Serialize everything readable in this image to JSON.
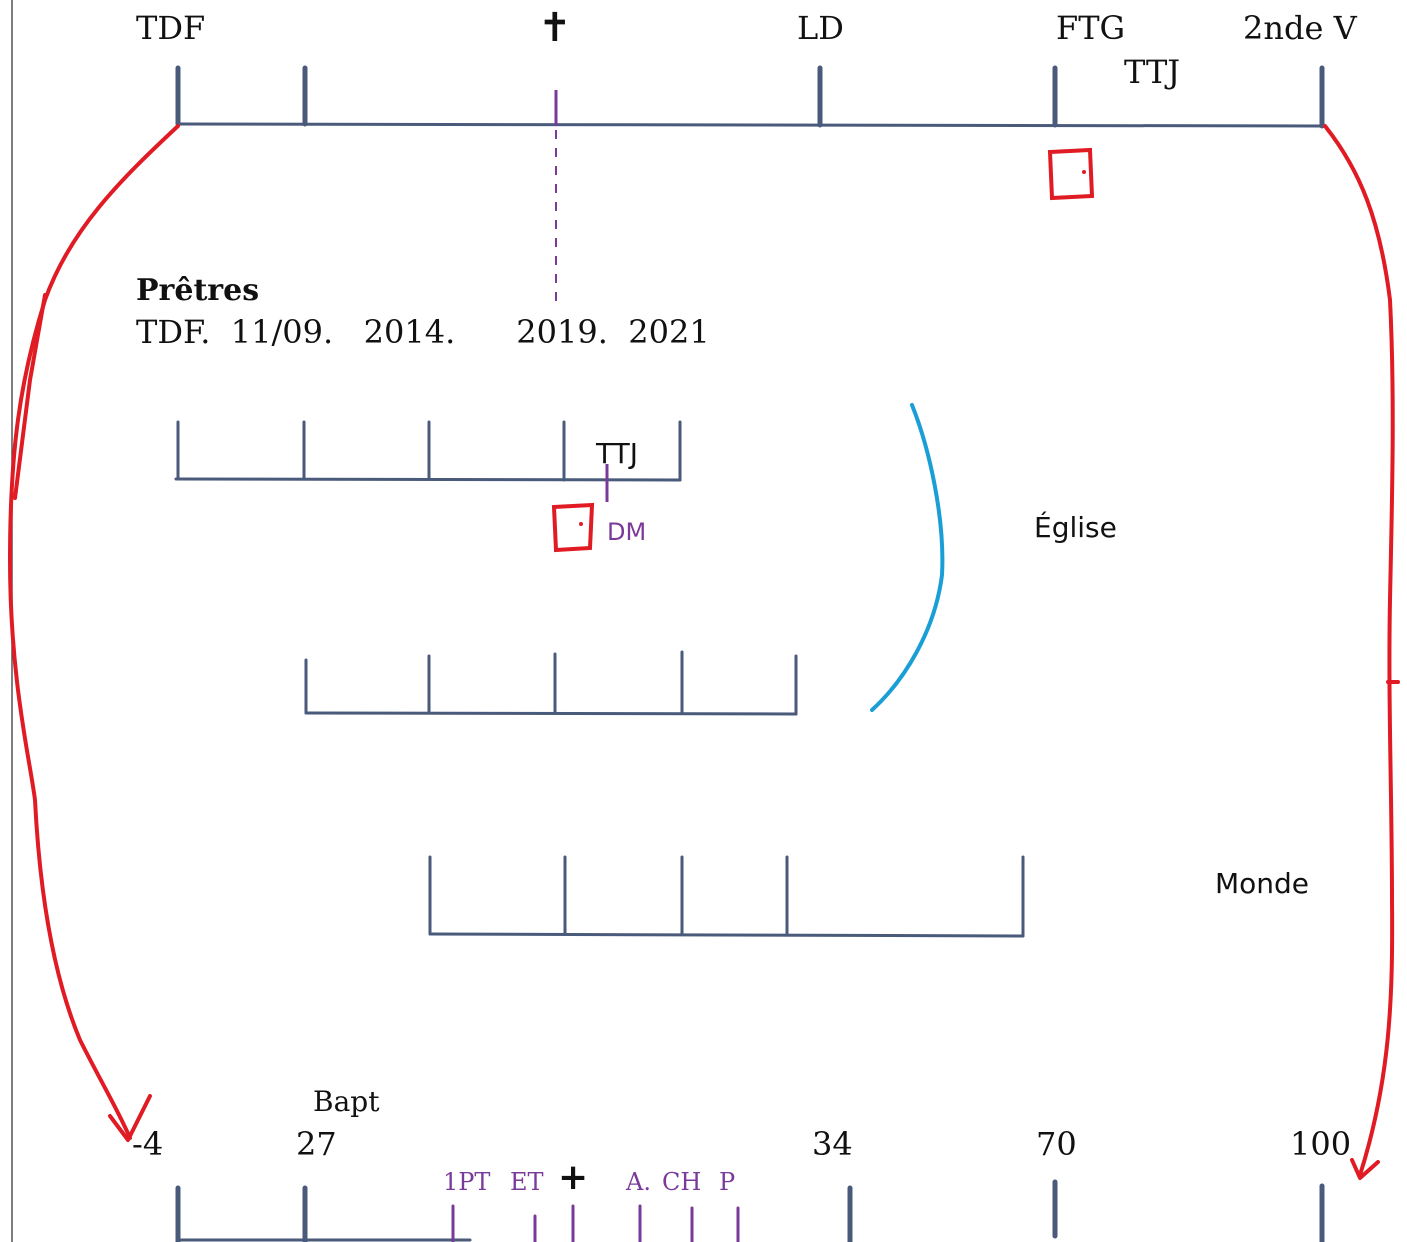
{
  "top_timeline": {
    "labels": [
      "TDF",
      "LD",
      "FTG",
      "2nde V",
      "TTJ"
    ],
    "cross": "✝"
  },
  "pretres": {
    "title": "Prêtres",
    "dates": "TDF.  11/09.   2014.      2019.  2021"
  },
  "mid_timeline": {
    "ttj": "TTJ",
    "dm": "DM"
  },
  "side_labels": {
    "eglise": "Église",
    "monde": "Monde"
  },
  "bottom_timeline": {
    "bapt": "Bapt",
    "ages": [
      "-4",
      "27",
      "34",
      "70",
      "100"
    ],
    "events": [
      "1PT",
      "ET",
      "A.",
      "CH",
      "P"
    ],
    "cross": "+"
  },
  "colors": {
    "timeline": "#4a5a7a",
    "arrow": "#e01b24",
    "accent": "#7a3a9a",
    "arc": "#1a9ed6"
  }
}
